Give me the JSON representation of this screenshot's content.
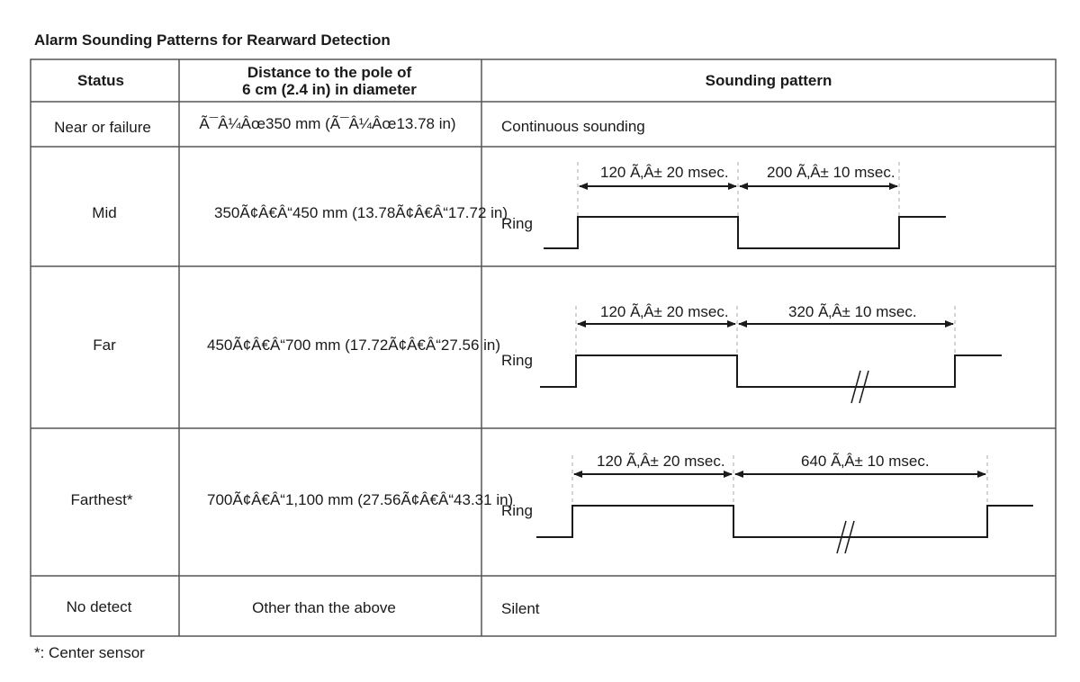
{
  "title": "Alarm Sounding Patterns for Rearward Detection",
  "header": {
    "status": "Status",
    "distance_line1": "Distance to the pole of",
    "distance_line2": "6 cm (2.4 in) in diameter",
    "pattern": "Sounding pattern"
  },
  "rows": [
    {
      "status": "Near or failure",
      "distance": "Ã¯Â¼Âœ350 mm (Ã¯Â¼Âœ13.78 in)",
      "pattern_text": "Continuous sounding"
    },
    {
      "status": "Mid",
      "distance": "350Ã¢Â€Â“450 mm (13.78Ã¢Â€Â“17.72 in)",
      "ring": "Ring",
      "on_label": "120 Ã‚Â± 20 msec.",
      "off_label": "200 Ã‚Â± 10 msec."
    },
    {
      "status": "Far",
      "distance": "450Ã¢Â€Â“700 mm (17.72Ã¢Â€Â“27.56 in)",
      "ring": "Ring",
      "on_label": "120 Ã‚Â± 20 msec.",
      "off_label": "320 Ã‚Â± 10 msec."
    },
    {
      "status": "Farthest*",
      "distance": "700Ã¢Â€Â“1,100 mm (27.56Ã¢Â€Â“43.31 in)",
      "ring": "Ring",
      "on_label": "120 Ã‚Â± 20 msec.",
      "off_label": "640 Ã‚Â± 10 msec."
    },
    {
      "status": "No detect",
      "distance": "Other than the above",
      "pattern_text": "Silent"
    }
  ],
  "footnote": "*: Center sensor"
}
